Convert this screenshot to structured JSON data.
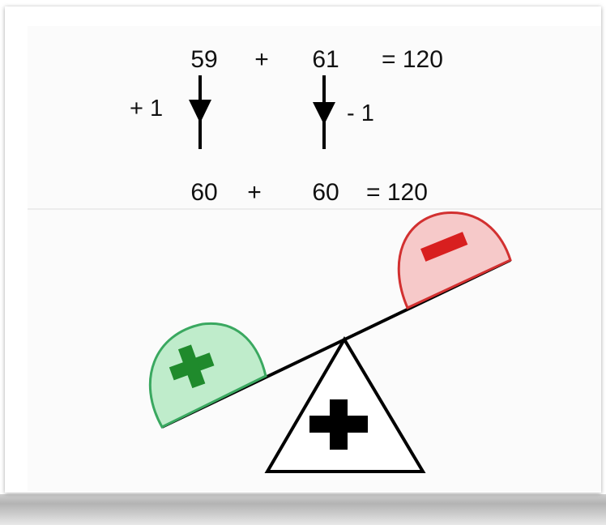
{
  "equation_top": {
    "a": "59",
    "plus": "+",
    "b": "61",
    "equals": "= 120"
  },
  "adjustments": {
    "left": "+ 1",
    "right": "- 1"
  },
  "equation_bottom": {
    "a": "60",
    "plus": "+",
    "b": "60",
    "equals": "= 120"
  },
  "colors": {
    "plus_bowl_fill": "#bfeccb",
    "plus_bowl_stroke": "#3aa860",
    "plus_sign": "#1f8a2c",
    "minus_bowl_fill": "#f6c9c9",
    "minus_bowl_stroke": "#d23030",
    "minus_sign": "#d81f1f",
    "fulcrum": "#000000"
  },
  "icons": [
    "down-arrow-icon",
    "plus-icon",
    "minus-icon"
  ]
}
